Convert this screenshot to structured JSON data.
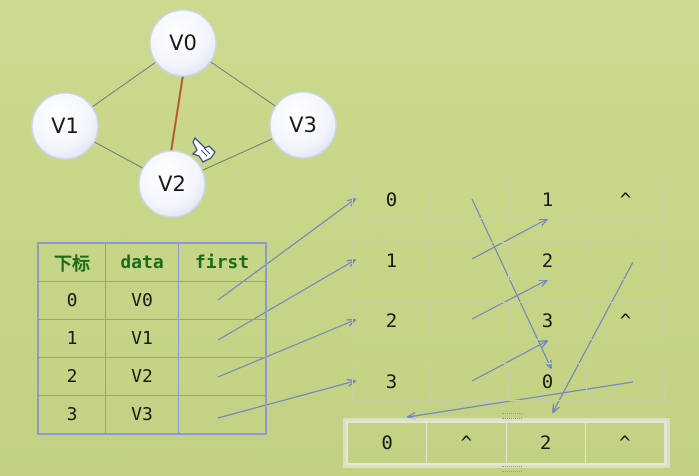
{
  "graph": {
    "nodes": [
      {
        "id": "v0",
        "label": "V0"
      },
      {
        "id": "v1",
        "label": "V1"
      },
      {
        "id": "v2",
        "label": "V2"
      },
      {
        "id": "v3",
        "label": "V3"
      }
    ],
    "edges": [
      [
        "v0",
        "v1"
      ],
      [
        "v0",
        "v3"
      ],
      [
        "v1",
        "v2"
      ],
      [
        "v3",
        "v2"
      ],
      [
        "v0",
        "v2"
      ]
    ],
    "highlighted_edge": [
      "v0",
      "v2"
    ],
    "highlight_color": "#b5583a",
    "cursor_icon": "pointing-hand-icon"
  },
  "vertex_table": {
    "headers": [
      "下标",
      "data",
      "first"
    ],
    "rows": [
      {
        "index": "0",
        "data": "V0",
        "first": ""
      },
      {
        "index": "1",
        "data": "V1",
        "first": ""
      },
      {
        "index": "2",
        "data": "V2",
        "first": ""
      },
      {
        "index": "3",
        "data": "V3",
        "first": ""
      }
    ]
  },
  "edge_nodes": [
    {
      "cells": [
        "0",
        "",
        "1",
        "^"
      ]
    },
    {
      "cells": [
        "1",
        "",
        "2",
        ""
      ]
    },
    {
      "cells": [
        "2",
        "",
        "3",
        "^"
      ]
    },
    {
      "cells": [
        "3",
        "",
        "0",
        ""
      ]
    },
    {
      "cells": [
        "0",
        "^",
        "2",
        "^"
      ]
    }
  ],
  "colors": {
    "background": "#c6d586",
    "table_border": "#8a9bd2",
    "header_text": "#1d6b1d",
    "arrow": "#6f86c4"
  }
}
